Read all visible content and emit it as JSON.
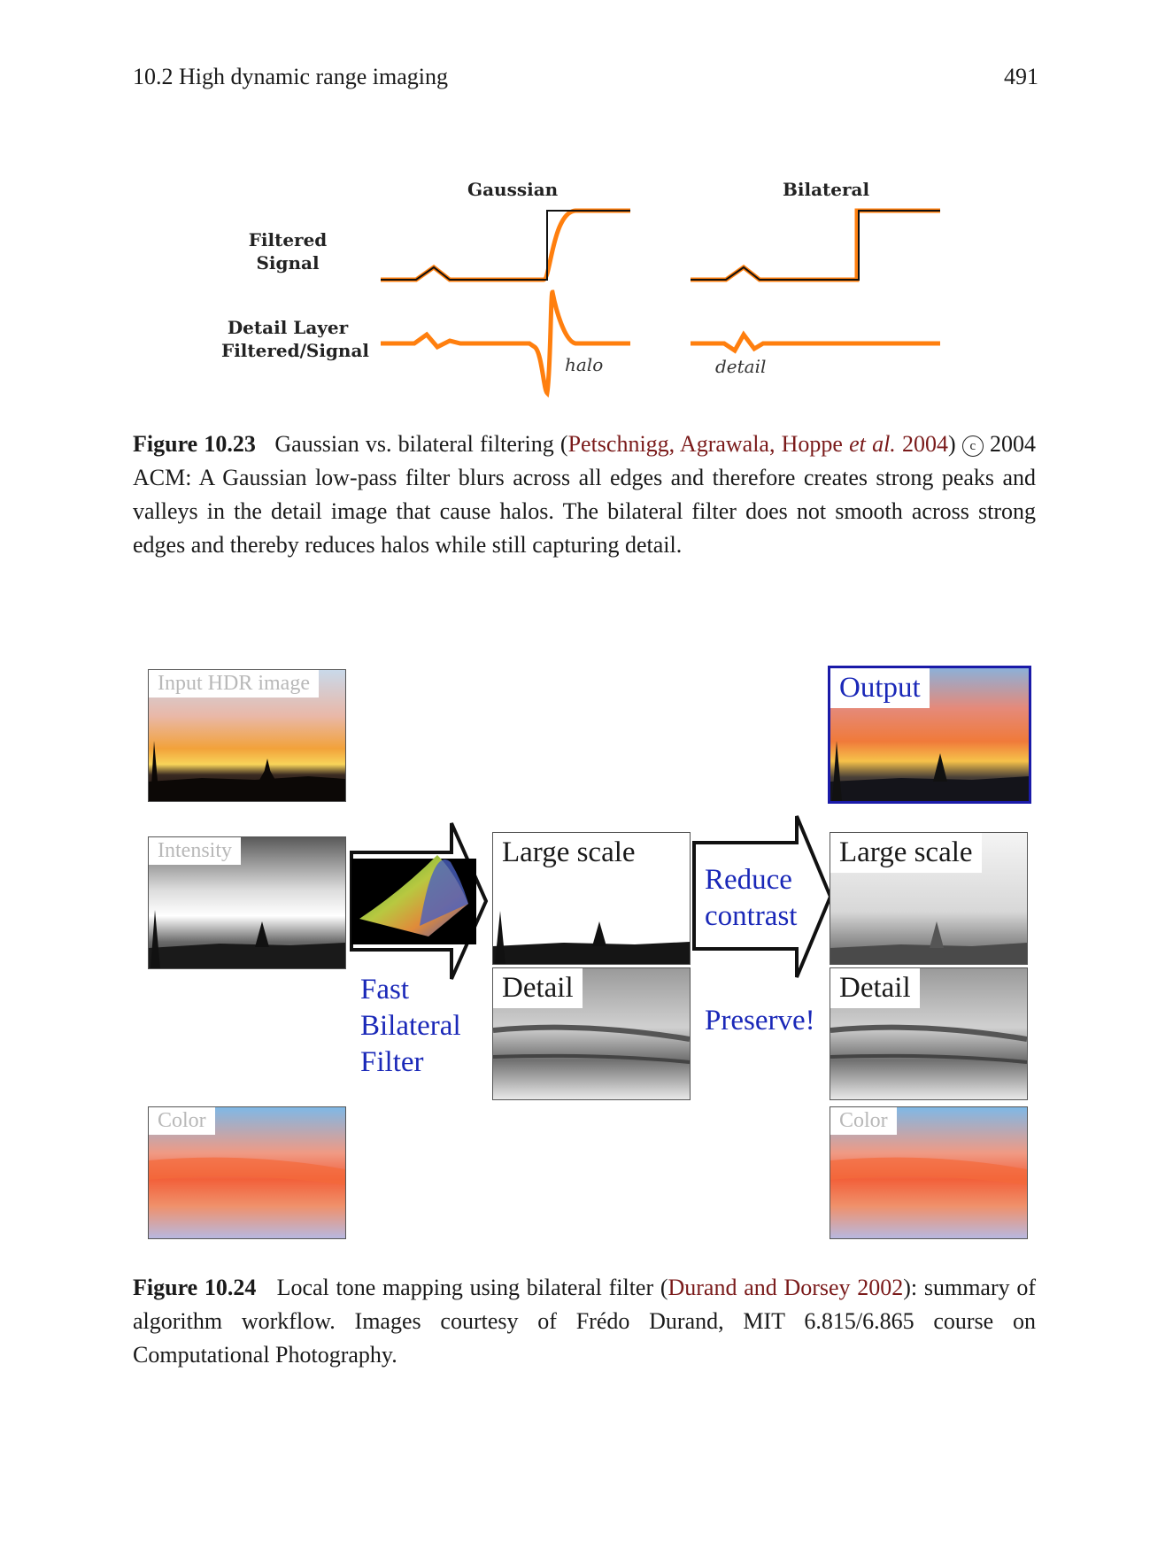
{
  "header": {
    "running_head": "10.2 High dynamic range imaging",
    "page_number": "491"
  },
  "figure_23": {
    "columns": [
      "Gaussian",
      "Bilateral"
    ],
    "rows": [
      "Filtered Signal",
      "Detail Layer",
      "Filtered/Signal"
    ],
    "annotations": {
      "halo": "halo",
      "detail": "detail"
    },
    "caption": {
      "label": "Figure 10.23",
      "text_before": "Gaussian vs. bilateral filtering (",
      "cite": "Petschnigg, Agrawala, Hoppe ",
      "cite_etal": "et al.",
      "cite_year": " 2004",
      "text_after": ") ",
      "copyright_symbol": "c",
      "text_rest": "2004 ACM: A Gaussian low-pass filter blurs across all edges and therefore creates strong peaks and valleys in the detail image that cause halos. The bilateral filter does not smooth across strong edges and thereby reduces halos while still capturing detail."
    },
    "colors": {
      "signal": "#ff7f0e",
      "reference": "#111111"
    }
  },
  "figure_24": {
    "panels": {
      "input": "Input HDR image",
      "intensity": "Intensity",
      "color_in": "Color",
      "large_scale_mid": "Large scale",
      "detail_mid": "Detail",
      "output": "Output",
      "large_scale_out": "Large scale",
      "detail_out": "Detail",
      "color_out": "Color"
    },
    "flow": {
      "filter_line1": "Fast",
      "filter_line2": "Bilateral",
      "filter_line3": "Filter",
      "reduce_line1": "Reduce",
      "reduce_line2": "contrast",
      "preserve": "Preserve!"
    },
    "caption": {
      "label": "Figure 10.24",
      "text_before": "Local tone mapping using bilateral filter (",
      "cite": "Durand and Dorsey 2002",
      "text_rest": "): summary of algorithm workflow. Images courtesy of Frédo Durand, MIT 6.815/6.865 course on Computational Photography."
    },
    "colors": {
      "label_blue": "#1a28b8",
      "output_frame": "#1a1aa8"
    }
  }
}
